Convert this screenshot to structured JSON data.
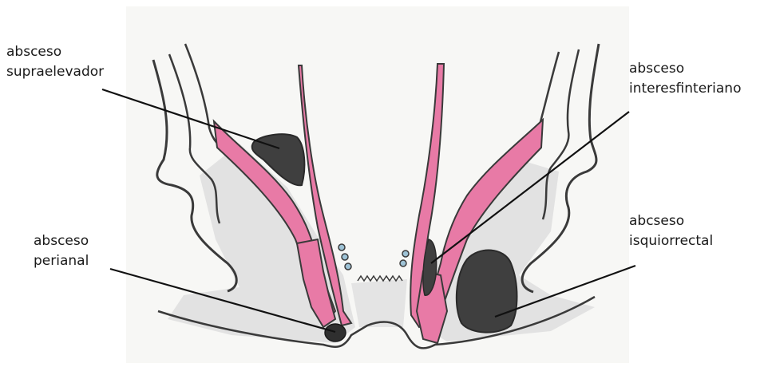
{
  "labels": {
    "supraelevador": {
      "line1": "absceso",
      "line2": "supraelevador"
    },
    "perianal": {
      "line1": "absceso",
      "line2": "perianal"
    },
    "interesfinteriano": {
      "line1": "absceso",
      "line2": "interesfinteriano"
    },
    "isquiorrectal": {
      "line1": "abcseso",
      "line2": "isquiorrectal"
    }
  },
  "colors": {
    "muscle_pink": "#e87aa6",
    "outline": "#3a3a3a",
    "abscess": "#3f3f3f",
    "shading": "#d9d9d9",
    "paper": "#f7f7f5"
  }
}
